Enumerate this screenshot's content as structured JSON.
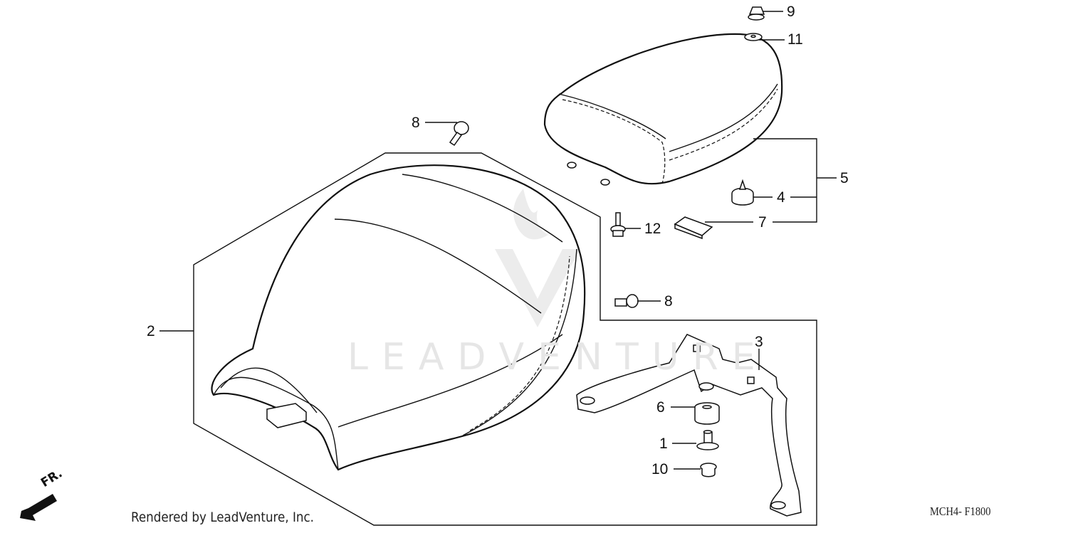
{
  "diagram": {
    "title_code": "MCH4- F1800",
    "credit": "Rendered by LeadVenture, Inc.",
    "watermark": "LEADVENTURE",
    "direction_indicator": "FR.",
    "colors": {
      "line": "#111111",
      "background": "#ffffff",
      "watermark": "#e6e6e6"
    }
  },
  "callouts": [
    {
      "id": "c9",
      "label": "9",
      "part": "nut"
    },
    {
      "id": "c11",
      "label": "11",
      "part": "washer"
    },
    {
      "id": "c8a",
      "label": "8",
      "part": "bolt"
    },
    {
      "id": "c5",
      "label": "5",
      "part": "pillion-seat-assembly"
    },
    {
      "id": "c4",
      "label": "4",
      "part": "rubber-cushion"
    },
    {
      "id": "c12",
      "label": "12",
      "part": "flange-bolt"
    },
    {
      "id": "c7",
      "label": "7",
      "part": "sponge-pad"
    },
    {
      "id": "c8b",
      "label": "8",
      "part": "bolt"
    },
    {
      "id": "c2",
      "label": "2",
      "part": "main-seat"
    },
    {
      "id": "c3",
      "label": "3",
      "part": "seat-bracket"
    },
    {
      "id": "c6",
      "label": "6",
      "part": "rubber-grommet"
    },
    {
      "id": "c1",
      "label": "1",
      "part": "collar"
    },
    {
      "id": "c10",
      "label": "10",
      "part": "flange-nut"
    }
  ]
}
